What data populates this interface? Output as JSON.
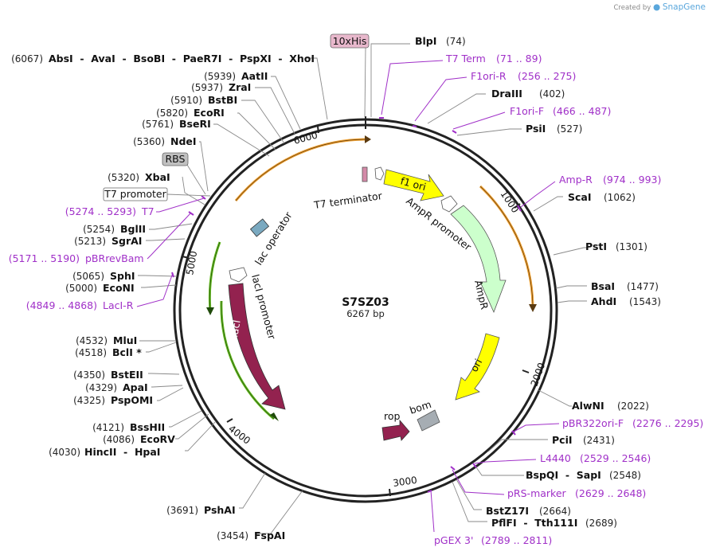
{
  "brand": {
    "created_by": "Created by",
    "name": "SnapGene"
  },
  "plasmid": {
    "name": "S7SZ03",
    "length": 6267,
    "length_label": "6267 bp"
  },
  "enzymes": [
    {
      "name": "BlpI",
      "pos": "(74)",
      "side": "right"
    },
    {
      "name": "DraIII",
      "pos": "(402)",
      "side": "right"
    },
    {
      "name": "PsiI",
      "pos": "(527)",
      "side": "right"
    },
    {
      "name": "ScaI",
      "pos": "(1062)",
      "side": "right"
    },
    {
      "name": "PstI",
      "pos": "(1301)",
      "side": "right"
    },
    {
      "name": "BsaI",
      "pos": "(1477)",
      "side": "right"
    },
    {
      "name": "AhdI",
      "pos": "(1543)",
      "side": "right"
    },
    {
      "name": "AlwNI",
      "pos": "(2022)",
      "side": "right"
    },
    {
      "name": "PciI",
      "pos": "(2431)",
      "side": "right"
    },
    {
      "name": "BspQI  -  SapI",
      "pos": "(2548)",
      "side": "right"
    },
    {
      "name": "BstZ17I",
      "pos": "(2664)",
      "side": "right"
    },
    {
      "name": "PflFI  -  Tth111I",
      "pos": "(2689)",
      "side": "right"
    },
    {
      "name": "FspAI",
      "pos": "(3454)",
      "side": "left"
    },
    {
      "name": "PshAI",
      "pos": "(3691)",
      "side": "left"
    },
    {
      "name": "HincII  -  HpaI",
      "pos": "(4030)",
      "side": "left"
    },
    {
      "name": "EcoRV",
      "pos": "(4086)",
      "side": "left"
    },
    {
      "name": "BssHII",
      "pos": "(4121)",
      "side": "left"
    },
    {
      "name": "PspOMI",
      "pos": "(4325)",
      "side": "left"
    },
    {
      "name": "ApaI",
      "pos": "(4329)",
      "side": "left"
    },
    {
      "name": "BstEII",
      "pos": "(4350)",
      "side": "left"
    },
    {
      "name": "BclI *",
      "pos": "(4518)",
      "side": "left"
    },
    {
      "name": "MluI",
      "pos": "(4532)",
      "side": "left"
    },
    {
      "name": "EcoNI",
      "pos": "(5000)",
      "side": "left"
    },
    {
      "name": "SphI",
      "pos": "(5065)",
      "side": "left"
    },
    {
      "name": "SgrAI",
      "pos": "(5213)",
      "side": "left"
    },
    {
      "name": "BglII",
      "pos": "(5254)",
      "side": "left"
    },
    {
      "name": "XbaI",
      "pos": "(5320)",
      "side": "left"
    },
    {
      "name": "NdeI",
      "pos": "(5360)",
      "side": "left"
    },
    {
      "name": "BseRI",
      "pos": "(5761)",
      "side": "left"
    },
    {
      "name": "EcoRI",
      "pos": "(5820)",
      "side": "left"
    },
    {
      "name": "BstBI",
      "pos": "(5910)",
      "side": "left"
    },
    {
      "name": "ZraI",
      "pos": "(5937)",
      "side": "left"
    },
    {
      "name": "AatII",
      "pos": "(5939)",
      "side": "left"
    },
    {
      "name": "AbsI  -  AvaI  -  BsoBI  -  PaeR7I  -  PspXI  -  XhoI",
      "pos": "(6067)",
      "side": "left"
    }
  ],
  "primers": [
    {
      "name": "T7 Term",
      "range": "(71 .. 89)"
    },
    {
      "name": "F1ori-R",
      "range": "(256 .. 275)"
    },
    {
      "name": "F1ori-F",
      "range": "(466 .. 487)"
    },
    {
      "name": "Amp-R",
      "range": "(974 .. 993)"
    },
    {
      "name": "pBR322ori-F",
      "range": "(2276 .. 2295)"
    },
    {
      "name": "L4440",
      "range": "(2529 .. 2546)"
    },
    {
      "name": "pRS-marker",
      "range": "(2629 .. 2648)"
    },
    {
      "name": "pGEX 3'",
      "range": "(2789 .. 2811)"
    },
    {
      "name": "LacI-R",
      "range": "(4849 .. 4868)"
    },
    {
      "name": "pBRrevBam",
      "range": "(5171 .. 5190)"
    },
    {
      "name": "T7",
      "range": "(5274 .. 5293)"
    }
  ],
  "boxed_features": {
    "his_tag": "10xHis",
    "rbs": "RBS",
    "t7_promoter": "T7 promoter"
  },
  "features": {
    "t7_terminator": "T7 terminator",
    "f1_ori": "f1 ori",
    "ampr_promoter": "AmpR promoter",
    "ampr": "AmpR",
    "ori": "ori",
    "rop": "rop",
    "bom": "bom",
    "lac_operator": "lac operator",
    "laci_promoter": "lacI promoter",
    "laci": "lacI"
  },
  "ticks": [
    "1000",
    "2000",
    "3000",
    "4000",
    "5000",
    "6000"
  ],
  "colors": {
    "primer": "#a030c8",
    "f1_ori": "#ffff00",
    "ampr": "#ccffcc",
    "laci": "#93224f",
    "orange_arc": "#f0a030",
    "green_arc": "#66bb22",
    "his": "#e8b8cc"
  }
}
